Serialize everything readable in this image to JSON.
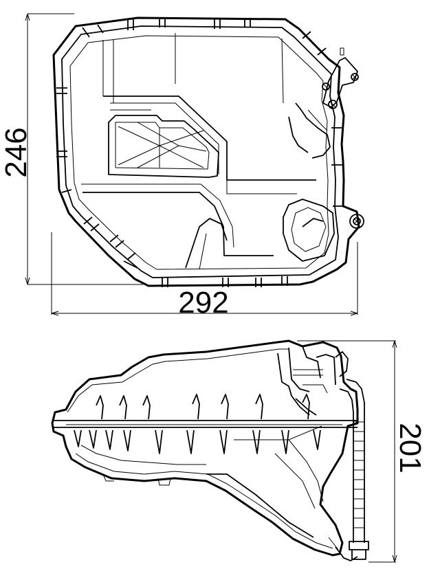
{
  "dimensions": {
    "height_top": "246",
    "width_top": "292",
    "height_side": "201"
  }
}
